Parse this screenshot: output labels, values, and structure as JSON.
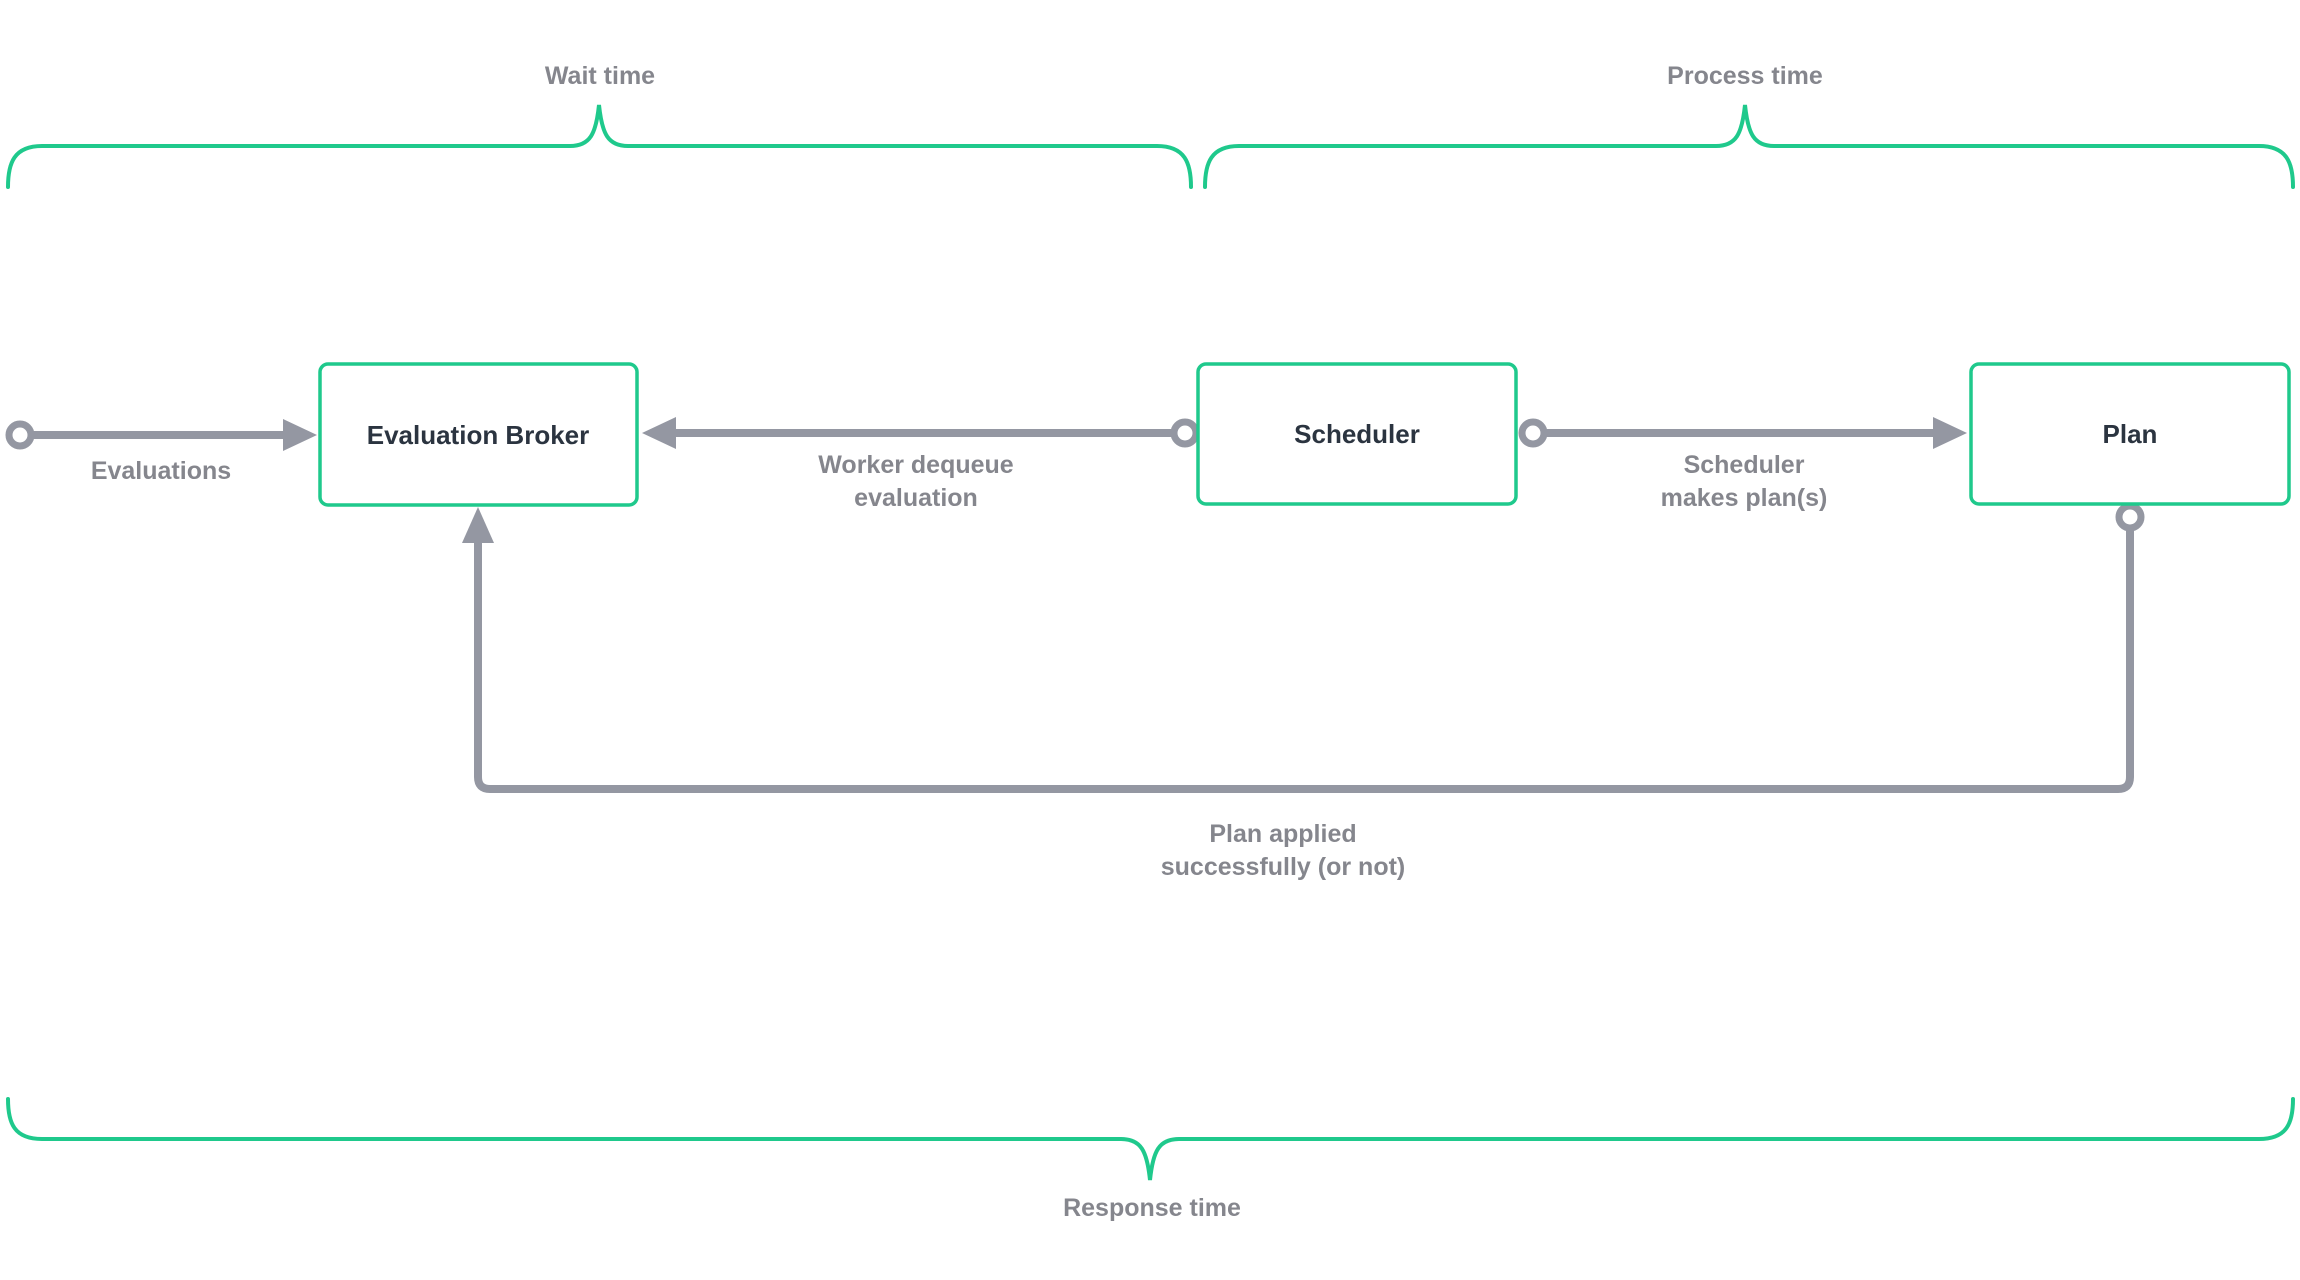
{
  "diagram": {
    "colors": {
      "accent_green": "#1fc98c",
      "connector_gray": "#9497a2",
      "label_gray": "#85868d",
      "node_text": "#2b3440",
      "page_bg": "#ffffff"
    },
    "braces": {
      "wait": {
        "label": "Wait time"
      },
      "process": {
        "label": "Process time"
      },
      "response": {
        "label": "Response time"
      }
    },
    "nodes": {
      "evaluation_broker": {
        "label": "Evaluation Broker"
      },
      "scheduler": {
        "label": "Scheduler"
      },
      "plan": {
        "label": "Plan"
      }
    },
    "edges": {
      "evaluations": {
        "label": "Evaluations"
      },
      "worker_dequeue": {
        "line1": "Worker dequeue",
        "line2": "evaluation"
      },
      "scheduler_makes": {
        "line1": "Scheduler",
        "line2": "makes plan(s)"
      },
      "plan_applied": {
        "line1": "Plan applied",
        "line2": "successfully (or not)"
      }
    }
  }
}
